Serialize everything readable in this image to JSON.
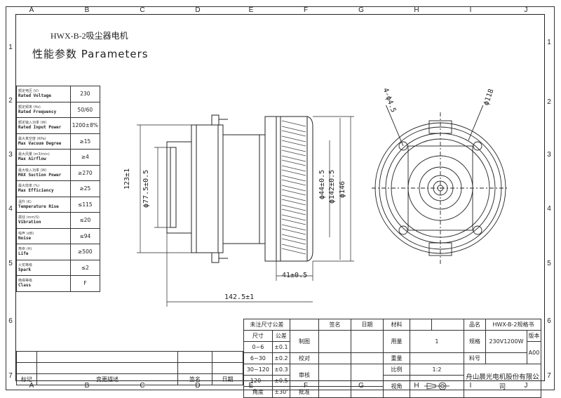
{
  "title": "HWX-B-2吸尘器电机",
  "subtitle": "性能参数 Parameters",
  "zone_cols": [
    "A",
    "B",
    "C",
    "D",
    "E",
    "F",
    "G",
    "H",
    "I",
    "J"
  ],
  "zone_rows": [
    "1",
    "2",
    "3",
    "4",
    "5",
    "6",
    "7"
  ],
  "params": [
    {
      "cn": "额定电压 (V)",
      "en": "Rated Voltage",
      "value": "230"
    },
    {
      "cn": "额定频率 (Hz)",
      "en": "Rated Frequency",
      "value": "50/60"
    },
    {
      "cn": "额定输入功率 (W)",
      "en": "Rated Input Power",
      "value": "1200±8%"
    },
    {
      "cn": "最大真空度 (KPa)",
      "en": "Max Vacuum Degree",
      "value": "≥15"
    },
    {
      "cn": "最大风量 (m3/min)",
      "en": "Max Airflow",
      "value": "≥4"
    },
    {
      "cn": "最大吸入功率 (W)",
      "en": "MAX Suction Power",
      "value": "≥270"
    },
    {
      "cn": "最大效率 (%)",
      "en": "Max Efficiency",
      "value": "≥25"
    },
    {
      "cn": "温升 (K)",
      "en": "Temperature Rise",
      "value": "≤115"
    },
    {
      "cn": "振动 (mm/S)",
      "en": "Vibration",
      "value": "≤20"
    },
    {
      "cn": "噪声 (dB)",
      "en": "Noise",
      "value": "≤94"
    },
    {
      "cn": "寿命 (H)",
      "en": "Life",
      "value": "≥500"
    },
    {
      "cn": "火花等级",
      "en": "Spark",
      "value": "≤2"
    },
    {
      "cn": "绝缘等级",
      "en": "Class",
      "value": "F"
    }
  ],
  "dims": {
    "h123": "123±1",
    "d77": "ϕ77.5±0.5",
    "d44": "ϕ44±0.5",
    "d142": "ϕ142±0.5",
    "d146": "ϕ146",
    "w41": "41±0.5",
    "w142": "142.5±1",
    "holes": "4-ϕ4.5",
    "d118": "ϕ118"
  },
  "title_block": {
    "tol_header": "未注尺寸公差",
    "size_h": "尺寸",
    "tol_h": "公差",
    "tol_rows": [
      {
        "size": "0~6",
        "tol": "±0.1"
      },
      {
        "size": "6~30",
        "tol": "±0.2"
      },
      {
        "size": "30~120",
        "tol": "±0.3"
      },
      {
        "size": "120~",
        "tol": "±0.5"
      },
      {
        "size": "角度",
        "tol": "±30'"
      }
    ],
    "sign": "签名",
    "date": "日期",
    "roles": [
      "制图",
      "校对",
      "审核",
      "批准"
    ],
    "material": "材料",
    "qty": "用量",
    "qty_val": "1",
    "weight": "重量",
    "scale": "比例",
    "scale_val": "1:2",
    "view": "视角",
    "name_label": "品名",
    "name_val": "HWX-B-2规格书",
    "spec_label": "规格",
    "spec_val": "230V1200W",
    "version_label": "版本",
    "version_val": "A00",
    "part_label": "料号",
    "company": "舟山晨光电机股份有限公司"
  },
  "revision": {
    "mark": "标记",
    "desc": "变更描述",
    "sign": "签名",
    "date": "日期"
  }
}
